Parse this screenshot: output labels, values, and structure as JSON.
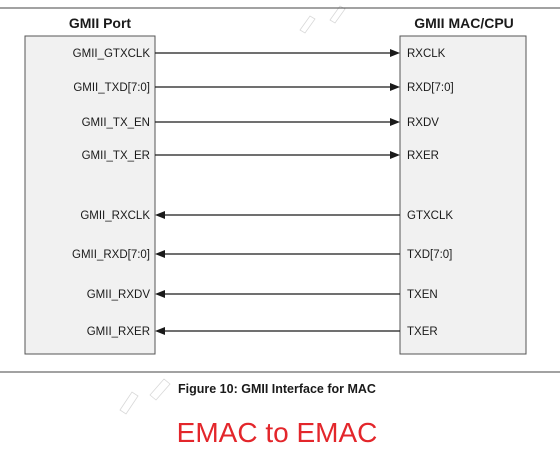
{
  "left_block": {
    "title": "GMII Port",
    "signals": [
      "GMII_GTXCLK",
      "GMII_TXD[7:0]",
      "GMII_TX_EN",
      "GMII_TX_ER",
      "GMII_RXCLK",
      "GMII_RXD[7:0]",
      "GMII_RXDV",
      "GMII_RXER"
    ]
  },
  "right_block": {
    "title": "GMII MAC/CPU",
    "signals": [
      "RXCLK",
      "RXD[7:0]",
      "RXDV",
      "RXER",
      "GTXCLK",
      "TXD[7:0]",
      "TXEN",
      "TXER"
    ]
  },
  "connections": [
    {
      "from": "GMII_GTXCLK",
      "to": "RXCLK",
      "direction": "right"
    },
    {
      "from": "GMII_TXD[7:0]",
      "to": "RXD[7:0]",
      "direction": "right"
    },
    {
      "from": "GMII_TX_EN",
      "to": "RXDV",
      "direction": "right"
    },
    {
      "from": "GMII_TX_ER",
      "to": "RXER",
      "direction": "right"
    },
    {
      "from": "GTXCLK",
      "to": "GMII_RXCLK",
      "direction": "left"
    },
    {
      "from": "TXD[7:0]",
      "to": "GMII_RXD[7:0]",
      "direction": "left"
    },
    {
      "from": "TXEN",
      "to": "GMII_RXDV",
      "direction": "left"
    },
    {
      "from": "TXER",
      "to": "GMII_RXER",
      "direction": "left"
    }
  ],
  "caption": "Figure 10:  GMII Interface for MAC",
  "subtitle": "EMAC to EMAC",
  "colors": {
    "subtitle": "#e3262b",
    "box_fill": "#f1f1f1",
    "line": "#1a1a1a"
  }
}
